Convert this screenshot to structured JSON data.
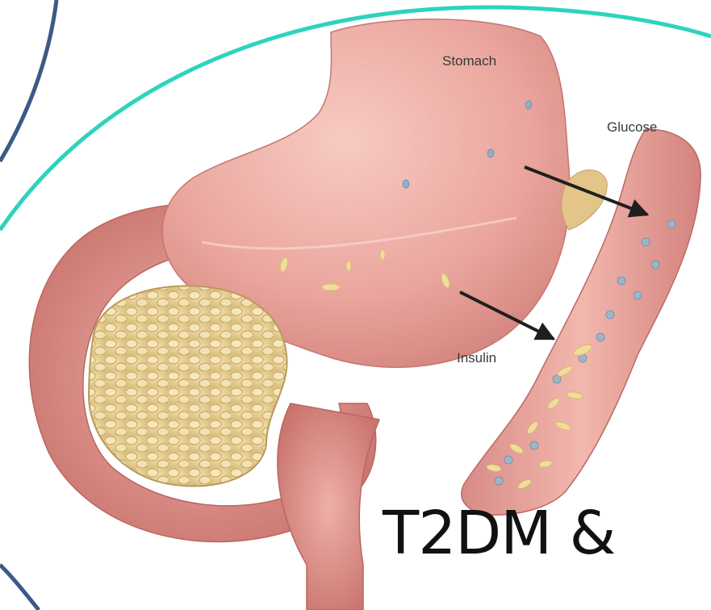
{
  "diagram": {
    "labels": {
      "stomach": "Stomach",
      "glucose": "Glucose",
      "insulin": "Insulin"
    }
  },
  "slide": {
    "title": "T2DM &"
  },
  "colors": {
    "accent_teal": "#2ed3bd",
    "accent_navy": "#3b5a86",
    "tissue": "#e49a95",
    "pancreas": "#e8d29a",
    "glucose_dot": "#8fb0c8",
    "insulin_grain": "#f1dc9a",
    "arrow": "#1f1f1f"
  }
}
